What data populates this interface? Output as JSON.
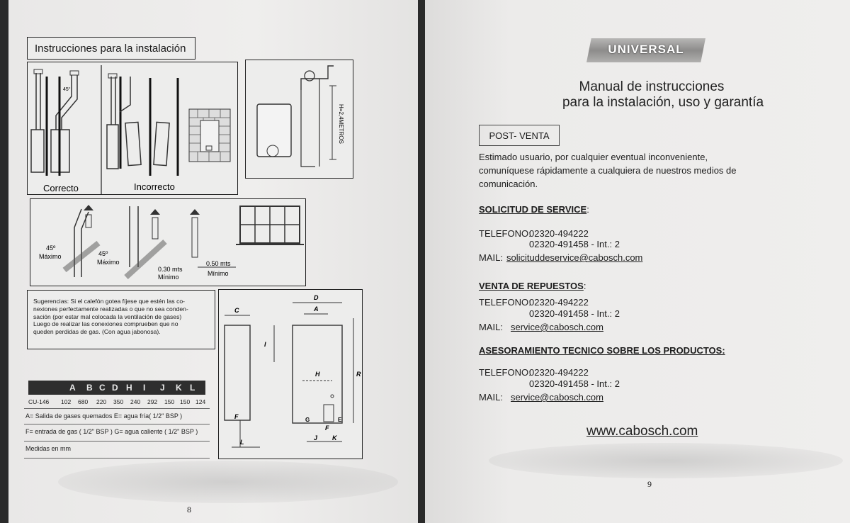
{
  "left_page": {
    "title": "Instrucciones  para la instalación",
    "label_correct": "Correcto",
    "label_incorrect": "Incorrecto",
    "height_label": "H=2,4METROS",
    "angle_small": "45°",
    "angle_max_1a": "45º",
    "angle_max_1b": "Máximo",
    "angle_max_2a": "45º",
    "angle_max_2b": "Máximo",
    "dist_1a": "0.30 mts",
    "dist_1b": "Mínimo",
    "dist_2a": "0.50 mts",
    "dist_2b": "Mínimo",
    "suggestions_lines": [
      "Sugerencias: Si el calefón gotea fíjese que estén las co-",
      "nexiones perfectamente realizadas o que no sea conden-",
      "sación (por estar mal colocada la ventilación de gases)",
      "Luego de realizar las conexiones comprueben que no",
      "queden perdidas de gas. (Con agua jabonosa)."
    ],
    "table": {
      "headers": [
        "A",
        "B",
        "C",
        "D",
        "H",
        "I",
        "J",
        "K",
        "L"
      ],
      "model": "CU-146",
      "values": [
        "102",
        "680",
        "220",
        "350",
        "240",
        "292",
        "150",
        "150",
        "124"
      ]
    },
    "legend_1": "A= Salida de gases quemados      E= agua fría( 1/2\" BSP )",
    "legend_2": "F= entrada de gas ( 1/2\" BSP )  G= agua caliente ( 1/2\" BSP )",
    "legend_3": "Medidas en mm",
    "dim_labels": {
      "c": "C",
      "d": "D",
      "a": "A",
      "i": "I",
      "h": "H",
      "r": "R",
      "f": "F",
      "l": "L",
      "g": "G",
      "e": "E",
      "f2": "F",
      "j": "J",
      "k": "K"
    },
    "page_number": "8"
  },
  "right_page": {
    "brand": "UNIVERSAL",
    "manual_line1": "Manual de instrucciones",
    "manual_line2": "para la instalación, uso y garantía",
    "post_venta": "POST- VENTA",
    "intro_lines": [
      "Estimado usuario, por cualquier eventual inconveniente,",
      "comuníquese rápidamente a cualquiera de nuestros medios de",
      "comunicación."
    ],
    "sections": [
      {
        "title": "SOLICITUD DE SERVICE",
        "tel_label": "TELEFONO:",
        "tel1": "02320-494222",
        "tel2": "02320-491458 - Int.: 2",
        "mail_label": "MAIL:",
        "mail": "solicituddeservice@cabosch.com"
      },
      {
        "title": "VENTA DE REPUESTOS",
        "tel_label": "TELEFONO:",
        "tel1": "02320-494222",
        "tel2": "02320-491458 - Int.: 2",
        "mail_label": "MAIL:",
        "mail": "service@cabosch.com"
      },
      {
        "title": "ASESORAMIENTO TECNICO SOBRE LOS PRODUCTOS:",
        "tel_label": "TELEFONO:",
        "tel1": "02320-494222",
        "tel2": "02320-491458 - Int.: 2",
        "mail_label": "MAIL:",
        "mail": "service@cabosch.com"
      }
    ],
    "colon": ":",
    "website": "www.cabosch.com",
    "page_number": "9"
  }
}
